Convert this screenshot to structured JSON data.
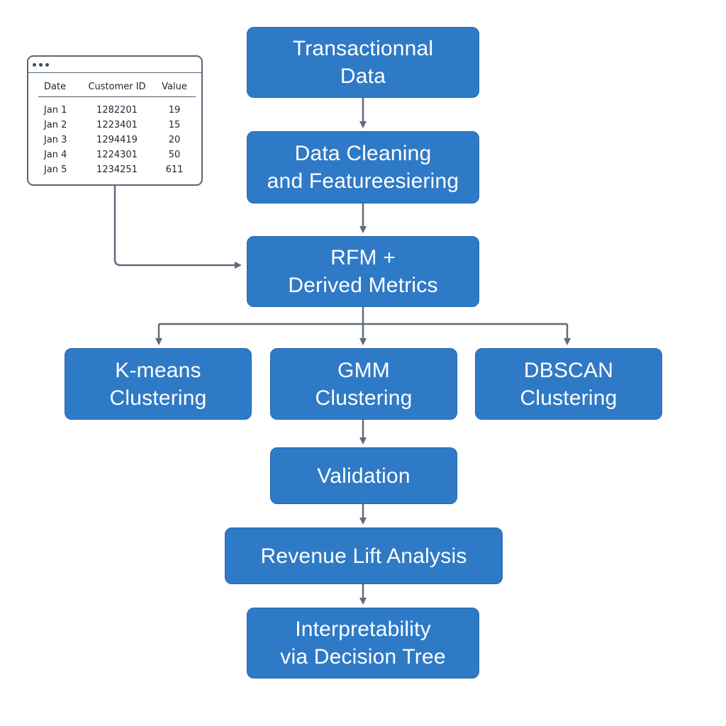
{
  "colors": {
    "box_fill": "#2f7ac6",
    "box_text": "#ffffff",
    "connector": "#5f6b7c",
    "window_border": "#5b6677"
  },
  "table_window": {
    "columns": [
      "Date",
      "Customer ID",
      "Value"
    ],
    "rows": [
      [
        "Jan 1",
        "1282201",
        "19"
      ],
      [
        "Jan 2",
        "1223401",
        "15"
      ],
      [
        "Jan 3",
        "1294419",
        "20"
      ],
      [
        "Jan 4",
        "1224301",
        "50"
      ],
      [
        "Jan 5",
        "1234251",
        "611"
      ]
    ]
  },
  "nodes": {
    "transactional": {
      "line1": "Transactionnal",
      "line2": "Data"
    },
    "cleaning": {
      "line1": "Data Cleaning",
      "line2": "and Featureesiering"
    },
    "rfm": {
      "line1": "RFM +",
      "line2": "Derived Metrics"
    },
    "kmeans": {
      "line1": "K-means",
      "line2": "Clustering"
    },
    "gmm": {
      "line1": "GMM",
      "line2": "Clustering"
    },
    "dbscan": {
      "line1": "DBSCAN",
      "line2": "Clustering"
    },
    "validation": {
      "line1": "Validation"
    },
    "revenue": {
      "line1": "Revenue Lift Analysis"
    },
    "interpretability": {
      "line1": "Interpretability",
      "line2": "via Decision Tree"
    }
  }
}
